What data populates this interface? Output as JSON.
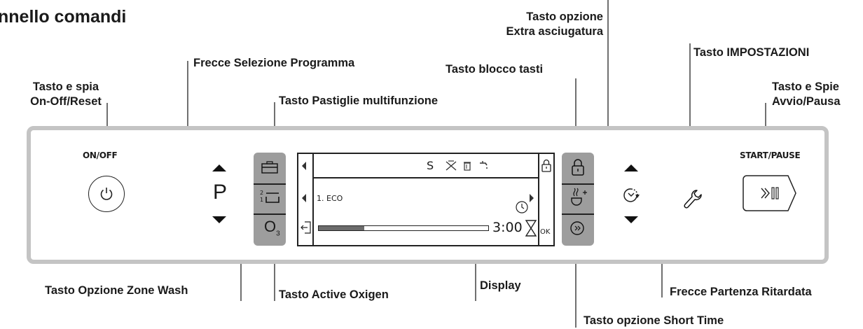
{
  "title": "nnello comandi",
  "callouts": {
    "onoff": [
      "Tasto e spia",
      "On-Off/Reset"
    ],
    "arrows_program": "Frecce Selezione Programma",
    "tablets": "Tasto Pastiglie multifunzione",
    "extra_dry": [
      "Tasto opzione",
      "Extra asciugatura"
    ],
    "key_lock": "Tasto blocco tasti",
    "settings": "Tasto IMPOSTAZIONI",
    "start_pause": [
      "Tasto e Spie",
      "Avvio/Pausa"
    ],
    "zone_wash": "Tasto Opzione Zone Wash",
    "active_oxygen": "Tasto Active Oxigen",
    "display": "Display",
    "delay_arrows": "Frecce Partenza Ritardata",
    "short_time": "Tasto opzione Short Time"
  },
  "panel": {
    "onoff_caption": "ON/OFF",
    "start_caption": "START/PAUSE",
    "program_letter": "P",
    "o3_label": "O",
    "o3_sub": "3",
    "zone_top": "2",
    "zone_bottom": "1",
    "display": {
      "status_s": "S",
      "program": "1. ECO",
      "time": "3:00",
      "ok": "OK",
      "progress": 0.27
    }
  }
}
